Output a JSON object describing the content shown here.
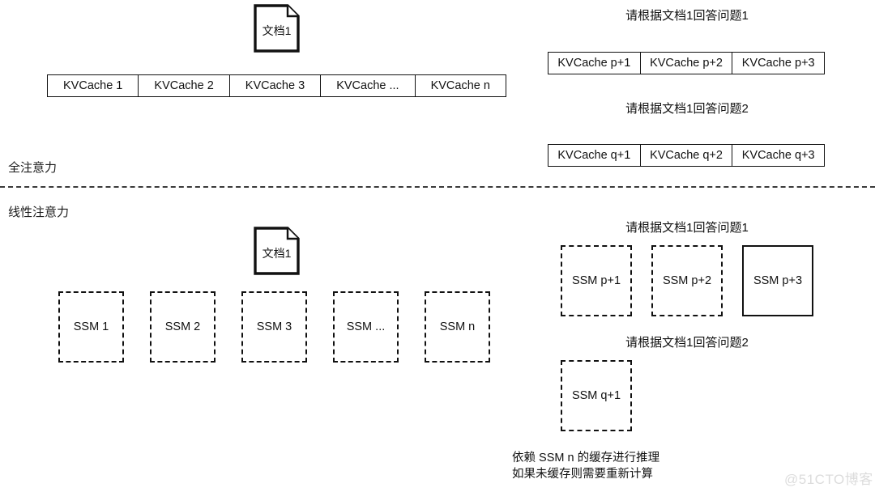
{
  "diagram": {
    "sections": {
      "full_attention_label": "全注意力",
      "linear_attention_label": "线性注意力"
    },
    "full_attention": {
      "document": {
        "label": "文档1",
        "icon": "document-page-icon"
      },
      "kv_strip": {
        "cells": [
          "KVCache 1",
          "KVCache 2",
          "KVCache 3",
          "KVCache ...",
          "KVCache n"
        ]
      },
      "queries": [
        {
          "prompt": "请根据文档1回答问题1",
          "cells": [
            "KVCache p+1",
            "KVCache p+2",
            "KVCache p+3"
          ]
        },
        {
          "prompt": "请根据文档1回答问题2",
          "cells": [
            "KVCache q+1",
            "KVCache q+2",
            "KVCache q+3"
          ]
        }
      ]
    },
    "linear_attention": {
      "document": {
        "label": "文档1",
        "icon": "document-page-icon"
      },
      "ssm_chain": [
        {
          "label": "SSM 1",
          "style": "dashed"
        },
        {
          "label": "SSM 2",
          "style": "dashed"
        },
        {
          "label": "SSM 3",
          "style": "dashed"
        },
        {
          "label": "SSM ...",
          "style": "dashed"
        },
        {
          "label": "SSM n",
          "style": "dashed"
        }
      ],
      "queries": [
        {
          "prompt": "请根据文档1回答问题1",
          "boxes": [
            {
              "label": "SSM p+1",
              "style": "dashed"
            },
            {
              "label": "SSM p+2",
              "style": "dashed"
            },
            {
              "label": "SSM p+3",
              "style": "solid"
            }
          ]
        },
        {
          "prompt": "请根据文档1回答问题2",
          "boxes": [
            {
              "label": "SSM q+1",
              "style": "dashed"
            }
          ]
        }
      ],
      "footer_note_line1": "依赖 SSM n 的缓存进行推理",
      "footer_note_line2": "如果未缓存则需要重新计算"
    },
    "watermark": "@51CTO博客",
    "colors": {
      "stroke": "#111111",
      "divider": "#3a3a3a",
      "watermark": "#dcdcdc",
      "background": "#ffffff"
    }
  }
}
